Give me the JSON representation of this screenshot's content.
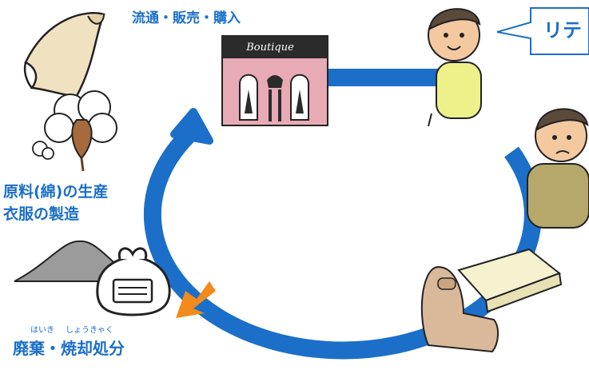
{
  "stages": {
    "distribution": "流通・販売・購入",
    "production_line1": "原料(綿)の生産",
    "production_line2": "衣服の製造",
    "disposal": "廃棄・焼却処分"
  },
  "ruby": {
    "haiki": "はいき",
    "shoukyaku": "しょうきゃく"
  },
  "speech_bubble": "リテ",
  "shop_sign": "Boutique",
  "colors": {
    "cycle_blue": "#1b6fc9",
    "disposal_arrow": "#f28a1c",
    "label_blue": "#1b6fc9",
    "shop_pink": "#e8aab5"
  },
  "icons": [
    "cotton-plant-icon",
    "fabric-roll-icon",
    "boutique-store-icon",
    "person-happy-icon",
    "person-sad-icon",
    "car-seat-icon",
    "trash-bag-icon",
    "waste-pile-icon"
  ]
}
